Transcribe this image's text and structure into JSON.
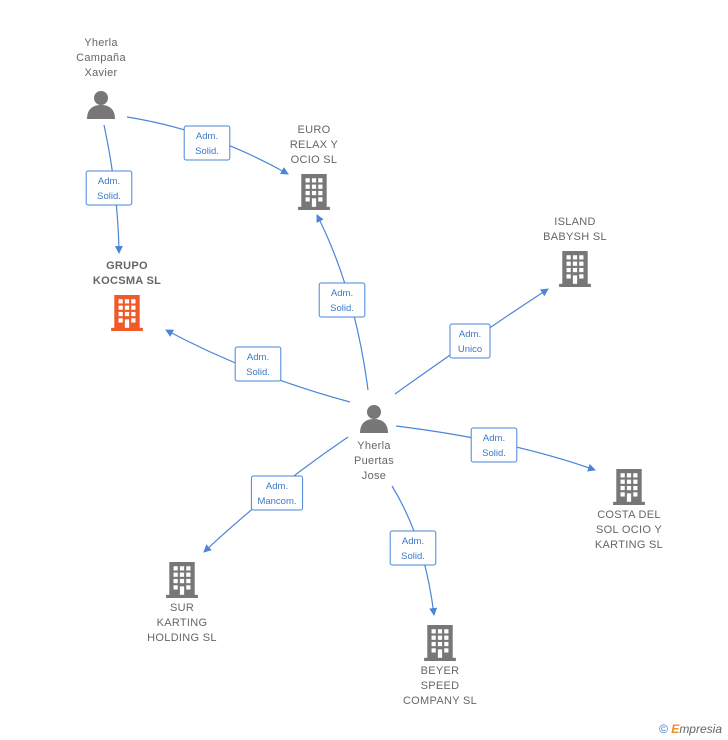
{
  "colors": {
    "edge": "#4a86d8",
    "node_gray": "#777777",
    "node_highlight": "#f05a28"
  },
  "nodes": {
    "yherla_campana": {
      "icon": "person-icon",
      "label": [
        "Yherla",
        "Campaña",
        "Xavier"
      ]
    },
    "euro_relax": {
      "icon": "building-icon",
      "label": [
        "EURO",
        "RELAX Y",
        "OCIO  SL"
      ]
    },
    "grupo_kocsma": {
      "icon": "building-icon",
      "label": [
        "GRUPO",
        "KOCSMA  SL"
      ],
      "highlight": true
    },
    "island_babysh": {
      "icon": "building-icon",
      "label": [
        "ISLAND",
        "BABYSH  SL"
      ]
    },
    "yherla_puertas": {
      "icon": "person-icon",
      "label": [
        "Yherla",
        "Puertas",
        "Jose"
      ]
    },
    "costa_del_sol": {
      "icon": "building-icon",
      "label": [
        "COSTA DEL",
        "SOL OCIO Y",
        "KARTING SL"
      ]
    },
    "sur_karting": {
      "icon": "building-icon",
      "label": [
        "SUR",
        "KARTING",
        "HOLDING  SL"
      ]
    },
    "beyer_speed": {
      "icon": "building-icon",
      "label": [
        "BEYER",
        "SPEED",
        "COMPANY  SL"
      ]
    }
  },
  "edges": [
    {
      "from": "yherla_campana",
      "to": "euro_relax",
      "label": [
        "Adm.",
        "Solid."
      ]
    },
    {
      "from": "yherla_campana",
      "to": "grupo_kocsma",
      "label": [
        "Adm.",
        "Solid."
      ]
    },
    {
      "from": "yherla_puertas",
      "to": "euro_relax",
      "label": [
        "Adm.",
        "Solid."
      ]
    },
    {
      "from": "yherla_puertas",
      "to": "grupo_kocsma",
      "label": [
        "Adm.",
        "Solid."
      ]
    },
    {
      "from": "yherla_puertas",
      "to": "island_babysh",
      "label": [
        "Adm.",
        "Unico"
      ]
    },
    {
      "from": "yherla_puertas",
      "to": "costa_del_sol",
      "label": [
        "Adm.",
        "Solid."
      ]
    },
    {
      "from": "yherla_puertas",
      "to": "sur_karting",
      "label": [
        "Adm.",
        "Mancom."
      ]
    },
    {
      "from": "yherla_puertas",
      "to": "beyer_speed",
      "label": [
        "Adm.",
        "Solid."
      ]
    }
  ],
  "footer": {
    "copyright": "©",
    "brand_first": "E",
    "brand_rest": "mpresia"
  }
}
